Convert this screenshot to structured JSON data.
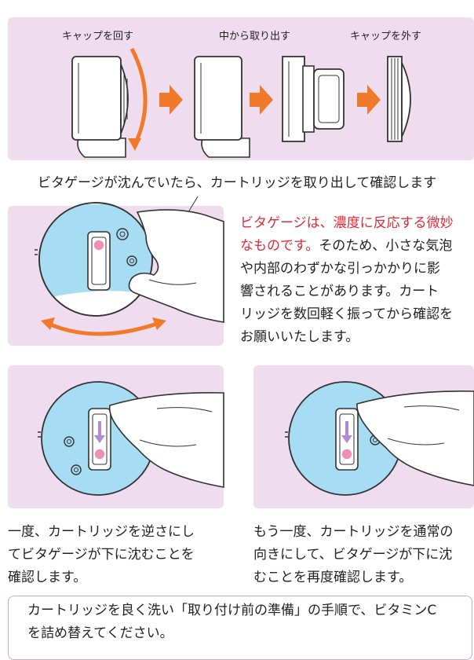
{
  "steps": {
    "label1": "キャップを回す",
    "label2": "中から取り出す",
    "label3": "キャップを外す"
  },
  "headline": "ビタゲージが沈んでいたら、カートリッジを取り出して確認します",
  "explanation": {
    "highlight_lines": [
      "ビタゲージは、濃度に反応する微妙",
      "なものです。"
    ],
    "line2_rest": "そのため、小さな気泡",
    "line3": "や内部のわずかな引っかかりに影",
    "line4": "響されることがあります。カート",
    "line5": "リッジを数回軽く振ってから確認を",
    "line6": "お願いいたします。"
  },
  "check_left": {
    "lines": [
      "一度、カートリッジを逆さにし",
      "てビタゲージが下に沈むことを",
      "確認します。"
    ]
  },
  "check_right": {
    "lines": [
      "もう一度、カートリッジを通常の",
      "向きにして、ビタゲージが下に沈",
      "むことを再度確認します。"
    ]
  },
  "note": {
    "lines": [
      "カートリッジを良く洗い「取り付け前の準備」の手順で、ビタミンC",
      "を詰め替えてください。"
    ]
  },
  "colors": {
    "panel_bg": "#efdcef",
    "arrow_orange": "#f07a2a",
    "highlight_red": "#e02a36",
    "cartridge_blue": "#a6ddf3",
    "gauge_pink": "#f08fb4"
  }
}
